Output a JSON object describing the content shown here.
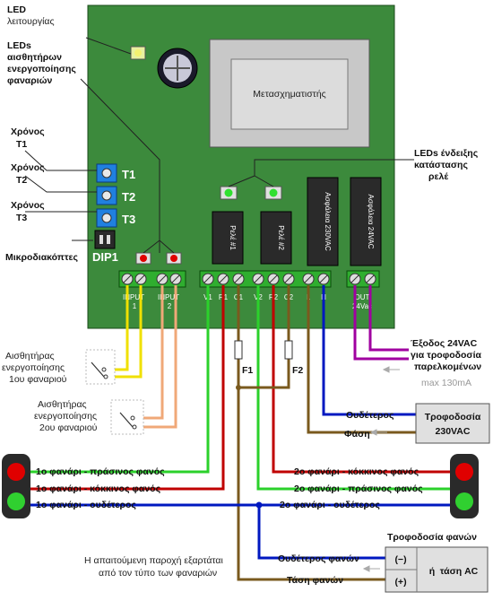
{
  "labels": {
    "led_operation_1": "LED",
    "led_operation_2": "λειτουργίας",
    "led_sensors_1": "LEDs",
    "led_sensors_2": "αισθητήρων",
    "led_sensors_3": "ενεργοποίησης",
    "led_sensors_4": "φαναριών",
    "time_t1_1": "Χρόνος",
    "time_t1_2": "T1",
    "time_t2_1": "Χρόνος",
    "time_t2_2": "T2",
    "time_t3_1": "Χρόνος",
    "time_t3_2": "T3",
    "dip_switches": "Μικροδιακόπτες",
    "relay_leds_1": "LEDs ένδειξης",
    "relay_leds_2": "κατάστασης",
    "relay_leds_3": "ρελέ",
    "sensor1_1": "Αισθητήρας",
    "sensor1_2": "ενεργοποίησης",
    "sensor1_3": "1ου φαναριού",
    "sensor2_1": "Αισθητήρας",
    "sensor2_2": "ενεργοποίησης",
    "sensor2_3": "2ου φαναριού",
    "output_1": "Έξοδος 24VAC",
    "output_2": "για τροφοδοσία",
    "output_3": "παρελκομένων",
    "output_max": "max 130mA",
    "neutral": "Ουδέτερος",
    "phase": "Φάση",
    "power_supply_1": "Τροφοδοσία",
    "power_supply_2": "230VAC",
    "light1_green": "1ο φανάρι - πράσινος φανός",
    "light1_red": "1ο φανάρι - κόκκινος φανός",
    "light1_neutral": "1ο φανάρι - ουδέτερος",
    "light2_red": "2ο φανάρι - κόκκινος φανός",
    "light2_green": "2ο φανάρι - πράσινος φανός",
    "light2_neutral": "2ο φανάρι - ουδέτερος",
    "lights_supply_title": "Τροφοδοσία φανών",
    "lights_neutral": "Ουδέτερος φανών",
    "lights_voltage": "Τάση φανών",
    "supply_note_1": "Η απαιτούμενη παροχή εξαρτάται",
    "supply_note_2": "από τον τύπο των φαναριών",
    "minus": "(−)",
    "plus": "(+)",
    "or": "ή",
    "ac_voltage": "τάση AC"
  },
  "board": {
    "transformer": "Μετασχηματιστής",
    "relay1": "Ρελέ #1",
    "relay2": "Ρελέ #2",
    "fuse230": "Ασφάλεια 230VAC",
    "fuse24": "Ασφάλεια 24VAC",
    "t1": "T1",
    "t2": "T2",
    "t3": "T3",
    "dip1": "DIP1",
    "input": "INPUT",
    "input_1": "1",
    "input_2": "2",
    "v1": "V1",
    "r1": "R1",
    "c1": "C1",
    "v2": "V2",
    "r2": "R2",
    "c2": "C2",
    "l": "L",
    "n": "N",
    "out": "OUT",
    "out_24": "24Vac",
    "f1": "F1",
    "f2": "F2"
  },
  "colors": {
    "board": "#3c8a3c",
    "green_wire": "#2bd12b",
    "red_wire": "#c00000",
    "blue_wire": "#0018c0",
    "brown_wire": "#7a5a1e",
    "yellow_wire": "#f0e000",
    "peach_wire": "#f0a878",
    "purple_wire": "#a000a0",
    "terminal": "#2fae2f"
  }
}
